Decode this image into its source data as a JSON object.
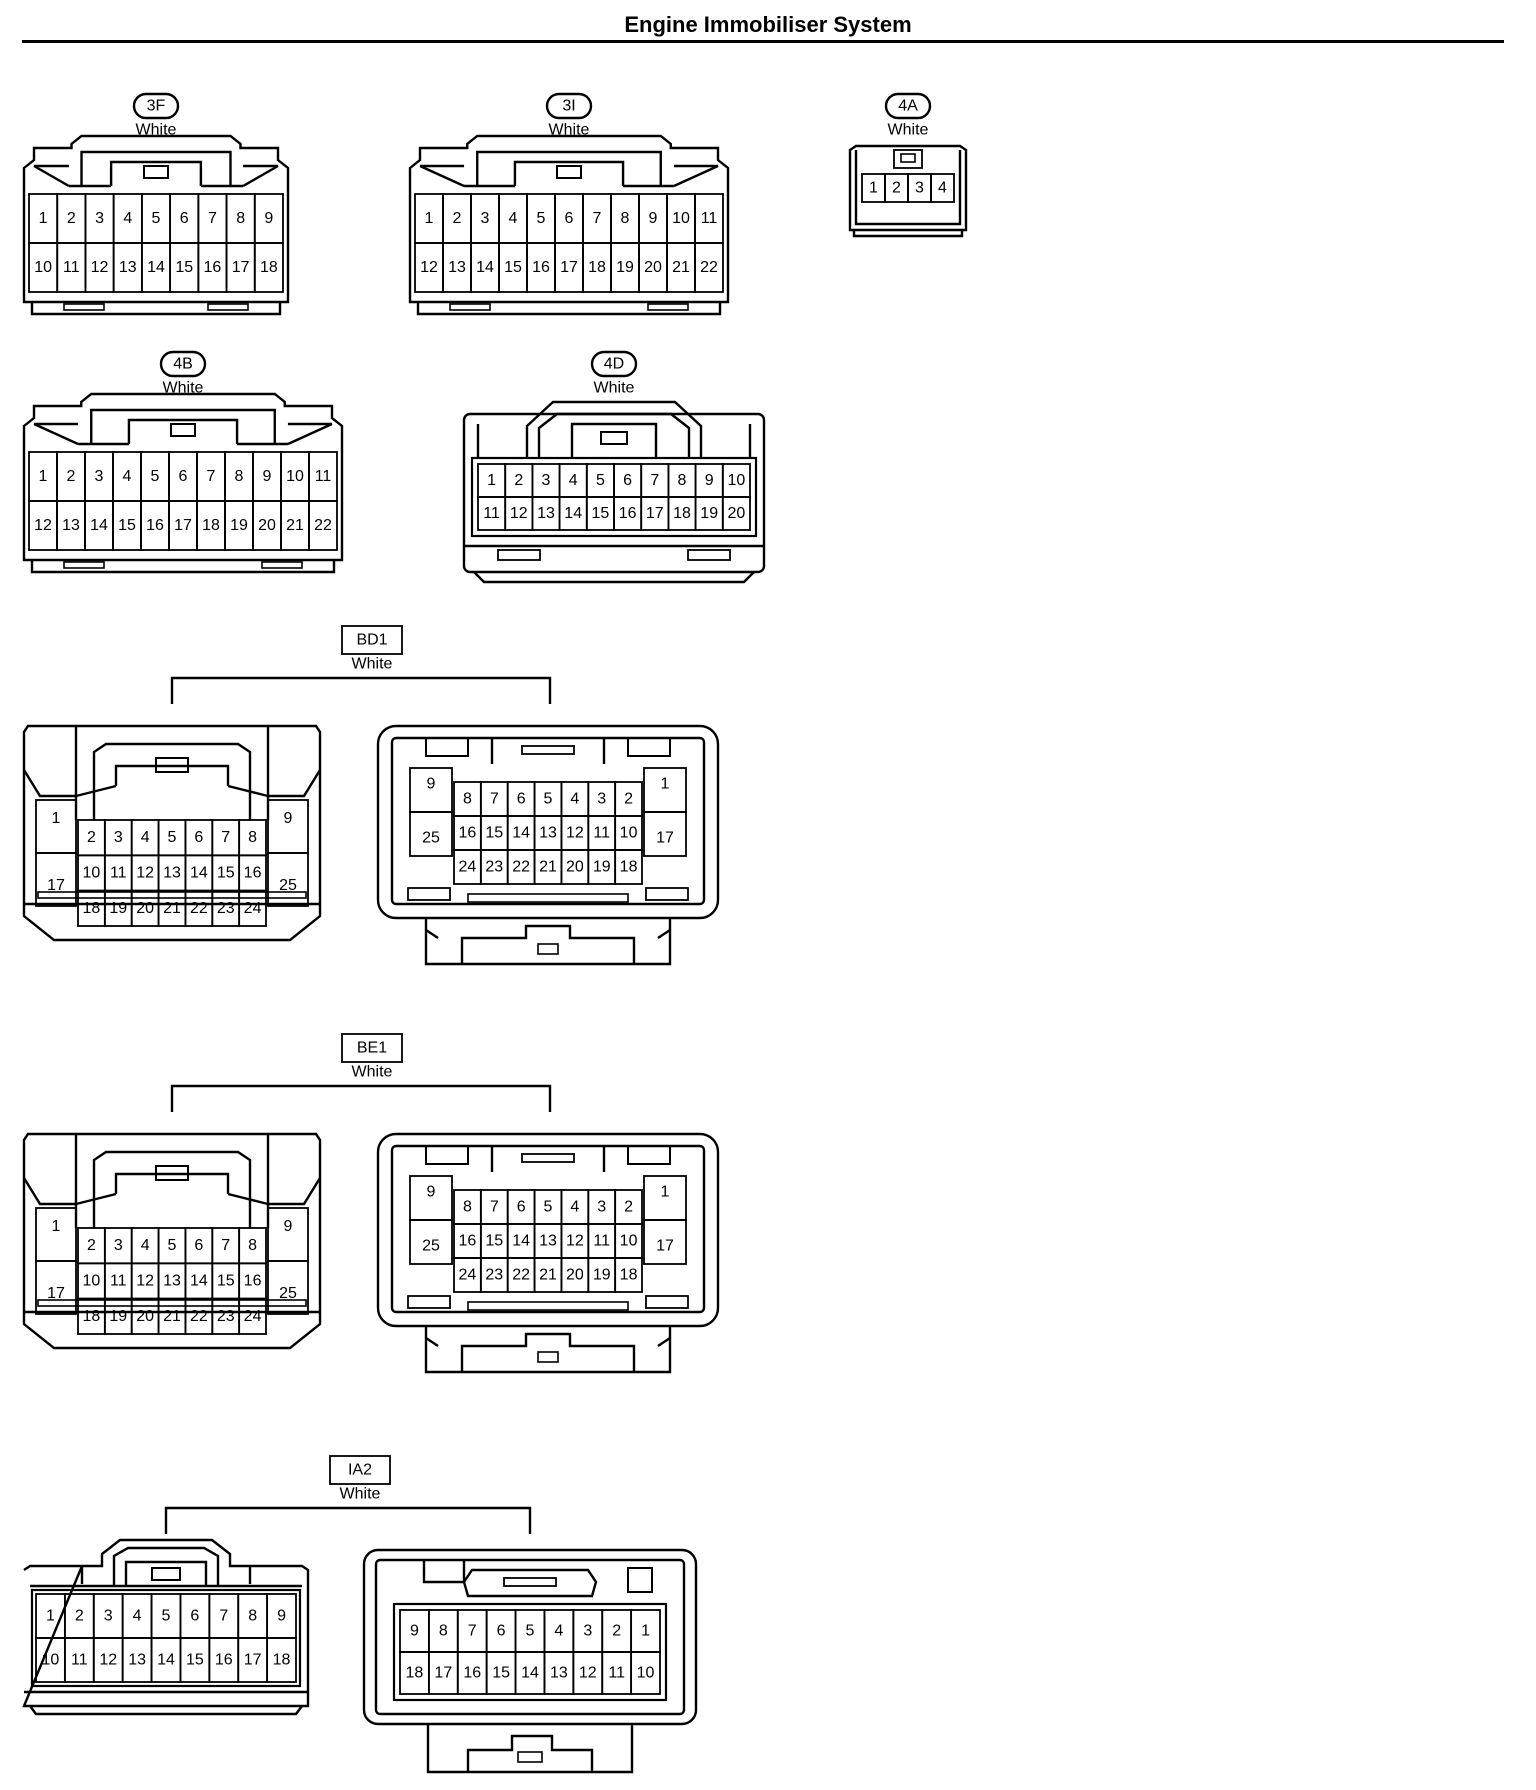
{
  "page": {
    "title": "Engine Immobiliser System"
  },
  "connectors": [
    {
      "id": "3F",
      "color": "White",
      "badge": "oval",
      "rows": [
        [
          "1",
          "2",
          "3",
          "4",
          "5",
          "6",
          "7",
          "8",
          "9"
        ],
        [
          "10",
          "11",
          "12",
          "13",
          "14",
          "15",
          "16",
          "17",
          "18"
        ]
      ]
    },
    {
      "id": "3I",
      "color": "White",
      "badge": "oval",
      "rows": [
        [
          "1",
          "2",
          "3",
          "4",
          "5",
          "6",
          "7",
          "8",
          "9",
          "10",
          "11"
        ],
        [
          "12",
          "13",
          "14",
          "15",
          "16",
          "17",
          "18",
          "19",
          "20",
          "21",
          "22"
        ]
      ]
    },
    {
      "id": "4A",
      "color": "White",
      "badge": "oval",
      "rows": [
        [
          "1",
          "2",
          "3",
          "4"
        ]
      ]
    },
    {
      "id": "4B",
      "color": "White",
      "badge": "oval",
      "rows": [
        [
          "1",
          "2",
          "3",
          "4",
          "5",
          "6",
          "7",
          "8",
          "9",
          "10",
          "11"
        ],
        [
          "12",
          "13",
          "14",
          "15",
          "16",
          "17",
          "18",
          "19",
          "20",
          "21",
          "22"
        ]
      ]
    },
    {
      "id": "4D",
      "color": "White",
      "badge": "oval",
      "rows": [
        [
          "1",
          "2",
          "3",
          "4",
          "5",
          "6",
          "7",
          "8",
          "9",
          "10"
        ],
        [
          "11",
          "12",
          "13",
          "14",
          "15",
          "16",
          "17",
          "18",
          "19",
          "20"
        ]
      ]
    },
    {
      "id": "BD1",
      "color": "White",
      "badge": "box",
      "male": {
        "left": [
          "1",
          "17"
        ],
        "right": [
          "9",
          "25"
        ],
        "rows": [
          [
            "2",
            "3",
            "4",
            "5",
            "6",
            "7",
            "8"
          ],
          [
            "10",
            "11",
            "12",
            "13",
            "14",
            "15",
            "16"
          ],
          [
            "18",
            "19",
            "20",
            "21",
            "22",
            "23",
            "24"
          ]
        ]
      },
      "female": {
        "left": [
          "9",
          "25"
        ],
        "right": [
          "1",
          "17"
        ],
        "rows": [
          [
            "8",
            "7",
            "6",
            "5",
            "4",
            "3",
            "2"
          ],
          [
            "16",
            "15",
            "14",
            "13",
            "12",
            "11",
            "10"
          ],
          [
            "24",
            "23",
            "22",
            "21",
            "20",
            "19",
            "18"
          ]
        ]
      }
    },
    {
      "id": "BE1",
      "color": "White",
      "badge": "box",
      "male": {
        "left": [
          "1",
          "17"
        ],
        "right": [
          "9",
          "25"
        ],
        "rows": [
          [
            "2",
            "3",
            "4",
            "5",
            "6",
            "7",
            "8"
          ],
          [
            "10",
            "11",
            "12",
            "13",
            "14",
            "15",
            "16"
          ],
          [
            "18",
            "19",
            "20",
            "21",
            "22",
            "23",
            "24"
          ]
        ]
      },
      "female": {
        "left": [
          "9",
          "25"
        ],
        "right": [
          "1",
          "17"
        ],
        "rows": [
          [
            "8",
            "7",
            "6",
            "5",
            "4",
            "3",
            "2"
          ],
          [
            "16",
            "15",
            "14",
            "13",
            "12",
            "11",
            "10"
          ],
          [
            "24",
            "23",
            "22",
            "21",
            "20",
            "19",
            "18"
          ]
        ]
      }
    },
    {
      "id": "IA2",
      "color": "White",
      "badge": "box",
      "male": {
        "rows": [
          [
            "1",
            "2",
            "3",
            "4",
            "5",
            "6",
            "7",
            "8",
            "9"
          ],
          [
            "10",
            "11",
            "12",
            "13",
            "14",
            "15",
            "16",
            "17",
            "18"
          ]
        ]
      },
      "female": {
        "rows": [
          [
            "9",
            "8",
            "7",
            "6",
            "5",
            "4",
            "3",
            "2",
            "1"
          ],
          [
            "18",
            "17",
            "16",
            "15",
            "14",
            "13",
            "12",
            "11",
            "10"
          ]
        ]
      }
    }
  ]
}
